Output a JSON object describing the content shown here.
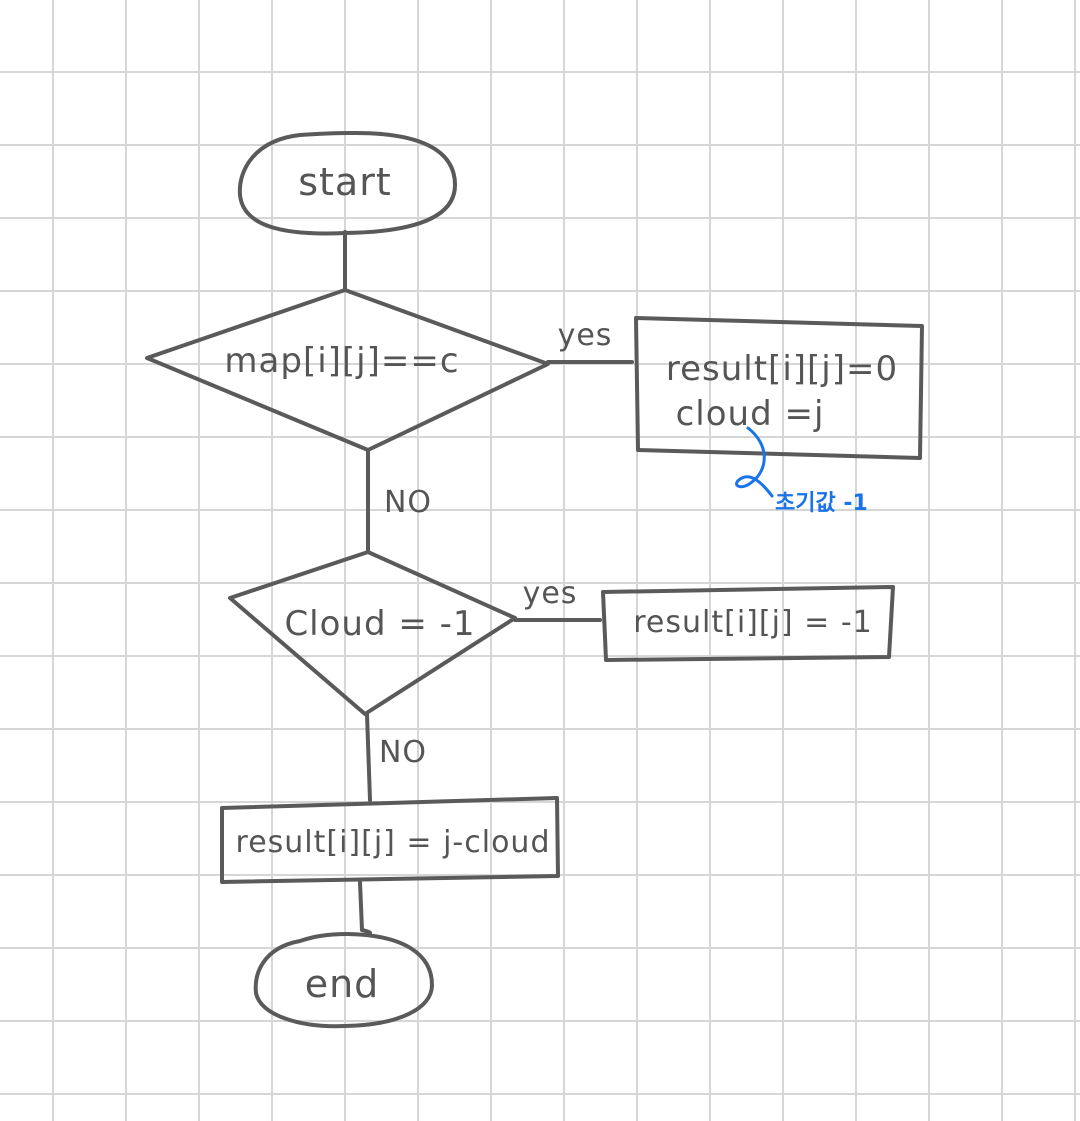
{
  "flowchart": {
    "start_label": "start",
    "decision1_label": "map[i][j]==c",
    "decision1_yes": "yes",
    "decision1_no": "NO",
    "process1_line1": "result[i][j]=0",
    "process1_line2": "cloud =j",
    "annotation": "초기값 -1",
    "decision2_label": "Cloud = -1",
    "decision2_yes": "yes",
    "decision2_no": "NO",
    "process2_label": "result[i][j] = -1",
    "process3_label": "result[i][j] = j-cloud",
    "end_label": "end"
  },
  "colors": {
    "ink": "#5a5a5a",
    "annotation": "#1a73e8",
    "grid": "#d6d6d6"
  }
}
